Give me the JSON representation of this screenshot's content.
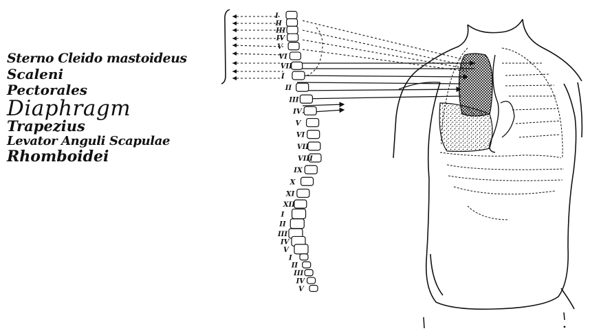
{
  "labels": [
    "Sterno Cleido mastoideus",
    "Scaleni",
    "Pectorales",
    "Diaphragm",
    "Trapezius",
    "Levator Anguli Scapulae",
    "Rhomboidei"
  ],
  "vertebra_numerals": [
    "I",
    "II",
    "III",
    "IV",
    "V",
    "VI",
    "VII",
    "I",
    "II",
    "III",
    "IV",
    "V",
    "VI",
    "VII",
    "VIII",
    "IX",
    "X",
    "XI",
    "XII",
    "I",
    "II",
    "III",
    "IV",
    "V",
    "I",
    "II",
    "III",
    "IV",
    "V"
  ],
  "colors": {
    "ink": "#111111",
    "background": "#ffffff"
  }
}
